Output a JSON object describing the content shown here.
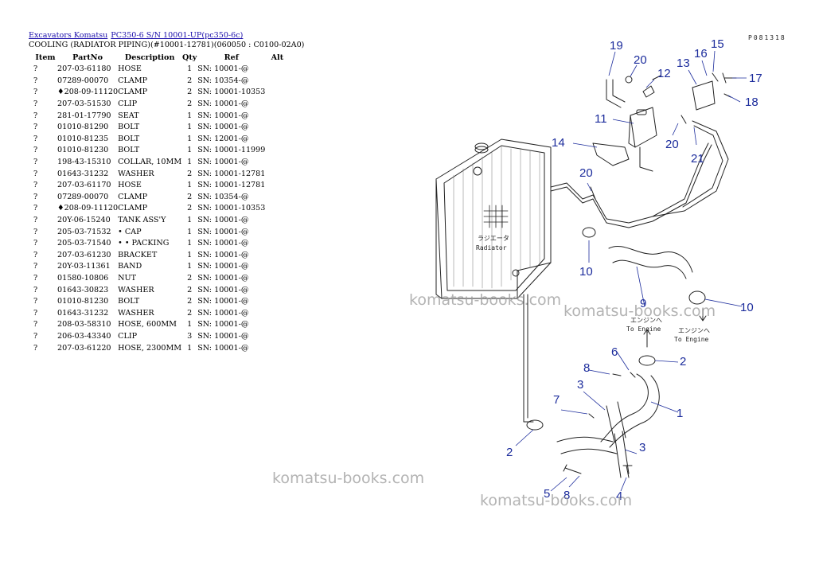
{
  "breadcrumb": {
    "link1": "Excavators Komatsu",
    "link2": "PC350-6 S/N 10001-UP(pc350-6c)"
  },
  "subtitle": "COOLING (RADIATOR PIPING)(#10001-12781)(060050 : C0100-02A0)",
  "table": {
    "headers": [
      "Item",
      "PartNo",
      "Description",
      "Qty",
      "Ref",
      "Alt"
    ],
    "rows": [
      {
        "item": "?",
        "part": "207-03-61180",
        "desc": "HOSE",
        "qty": "1",
        "ref": "SN: 10001-@"
      },
      {
        "item": "?",
        "part": "07289-00070",
        "desc": "CLAMP",
        "qty": "2",
        "ref": "SN: 10354-@"
      },
      {
        "item": "?",
        "part": "♦208-09-11120",
        "desc": "CLAMP",
        "qty": "2",
        "ref": "SN: 10001-10353"
      },
      {
        "item": "?",
        "part": "207-03-51530",
        "desc": "CLIP",
        "qty": "2",
        "ref": "SN: 10001-@"
      },
      {
        "item": "?",
        "part": "281-01-17790",
        "desc": "SEAT",
        "qty": "1",
        "ref": "SN: 10001-@"
      },
      {
        "item": "?",
        "part": "01010-81290",
        "desc": "BOLT",
        "qty": "1",
        "ref": "SN: 10001-@"
      },
      {
        "item": "?",
        "part": "01010-81235",
        "desc": "BOLT",
        "qty": "1",
        "ref": "SN: 12001-@"
      },
      {
        "item": "?",
        "part": "01010-81230",
        "desc": "BOLT",
        "qty": "1",
        "ref": "SN: 10001-11999"
      },
      {
        "item": "?",
        "part": "198-43-15310",
        "desc": "COLLAR, 10MM",
        "qty": "1",
        "ref": "SN: 10001-@"
      },
      {
        "item": "?",
        "part": "01643-31232",
        "desc": "WASHER",
        "qty": "2",
        "ref": "SN: 10001-12781"
      },
      {
        "item": "?",
        "part": "207-03-61170",
        "desc": "HOSE",
        "qty": "1",
        "ref": "SN: 10001-12781"
      },
      {
        "item": "?",
        "part": "07289-00070",
        "desc": "CLAMP",
        "qty": "2",
        "ref": "SN: 10354-@"
      },
      {
        "item": "?",
        "part": "♦208-09-11120",
        "desc": "CLAMP",
        "qty": "2",
        "ref": "SN: 10001-10353"
      },
      {
        "item": "?",
        "part": "20Y-06-15240",
        "desc": "TANK ASS'Y",
        "qty": "1",
        "ref": "SN: 10001-@"
      },
      {
        "item": "?",
        "part": "205-03-71532",
        "desc": "• CAP",
        "qty": "1",
        "ref": "SN: 10001-@"
      },
      {
        "item": "?",
        "part": "205-03-71540",
        "desc": "• • PACKING",
        "qty": "1",
        "ref": "SN: 10001-@"
      },
      {
        "item": "?",
        "part": "207-03-61230",
        "desc": "BRACKET",
        "qty": "1",
        "ref": "SN: 10001-@"
      },
      {
        "item": "?",
        "part": "20Y-03-11361",
        "desc": "BAND",
        "qty": "1",
        "ref": "SN: 10001-@"
      },
      {
        "item": "?",
        "part": "01580-10806",
        "desc": "NUT",
        "qty": "2",
        "ref": "SN: 10001-@"
      },
      {
        "item": "?",
        "part": "01643-30823",
        "desc": "WASHER",
        "qty": "2",
        "ref": "SN: 10001-@"
      },
      {
        "item": "?",
        "part": "01010-81230",
        "desc": "BOLT",
        "qty": "2",
        "ref": "SN: 10001-@"
      },
      {
        "item": "?",
        "part": "01643-31232",
        "desc": "WASHER",
        "qty": "2",
        "ref": "SN: 10001-@"
      },
      {
        "item": "?",
        "part": "208-03-58310",
        "desc": "HOSE, 600MM",
        "qty": "1",
        "ref": "SN: 10001-@"
      },
      {
        "item": "?",
        "part": "206-03-43340",
        "desc": "CLIP",
        "qty": "3",
        "ref": "SN: 10001-@"
      },
      {
        "item": "?",
        "part": "207-03-61220",
        "desc": "HOSE, 2300MM",
        "qty": "1",
        "ref": "SN: 10001-@"
      }
    ]
  },
  "diagram": {
    "code": "P081318",
    "radiator_jp": "ラジエータ",
    "radiator_en": "Radiator",
    "to_engine_jp": "エンジンへ",
    "to_engine_en": "To Engine",
    "callouts": [
      "1",
      "2",
      "3",
      "4",
      "5",
      "6",
      "7",
      "8",
      "9",
      "10",
      "11",
      "12",
      "13",
      "14",
      "15",
      "16",
      "17",
      "18",
      "19",
      "20",
      "21"
    ],
    "callout_color": "#1c2c9c"
  },
  "watermark": "komatsu-books.com"
}
